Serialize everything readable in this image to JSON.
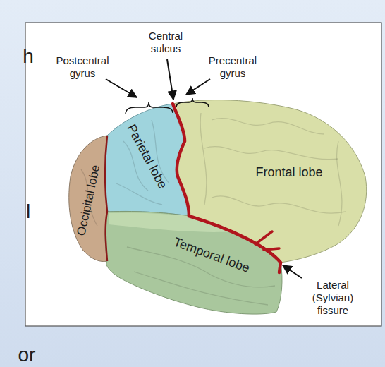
{
  "diagram": {
    "labels": [
      "h",
      "Central sulcus",
      "Postcentral gyrus",
      "Precentral gyrus",
      "Parietal lobe",
      "Frontal lobe",
      "l",
      "Occipital lobe",
      "Temporal lobe",
      "Lateral (Sylvian) fissure",
      "or"
    ]
  }
}
